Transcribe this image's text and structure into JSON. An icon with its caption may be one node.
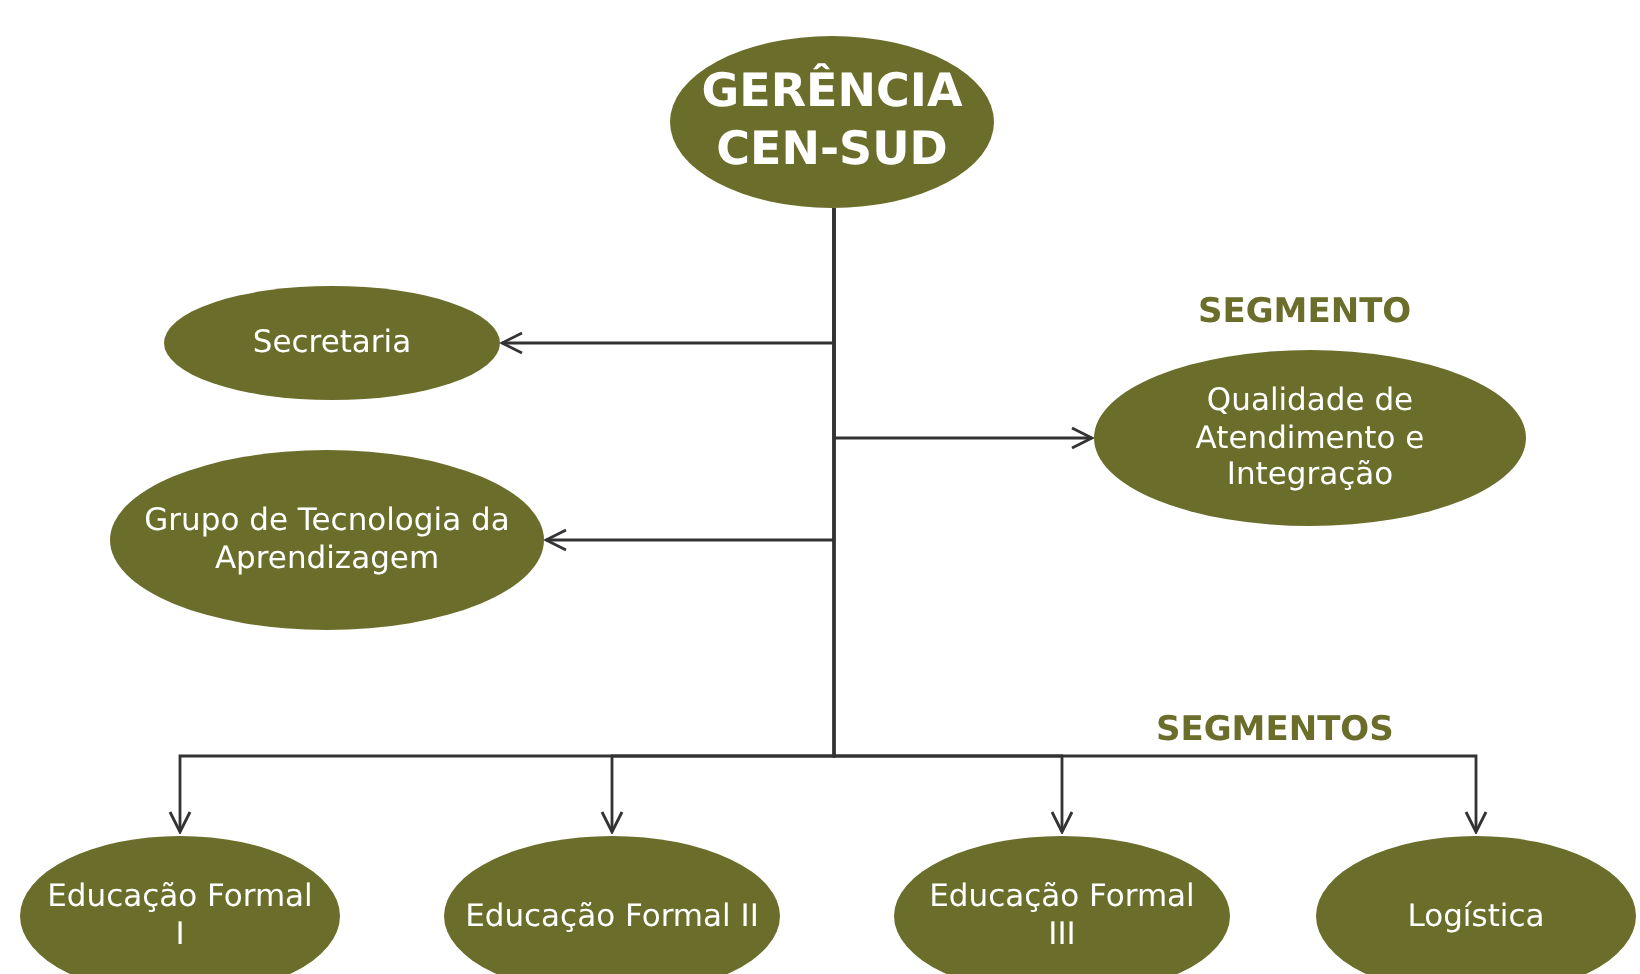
{
  "diagram": {
    "nodes": [
      {
        "text": [
          "GERÊNCIA CEN-SUD"
        ]
      },
      {
        "text": [
          "Secretaria"
        ]
      },
      {
        "text": [
          "SEGMENTO",
          "Qualidade de Atendimento e Integração"
        ]
      },
      {
        "text": [
          "Grupo de Tecnologia da Aprendizagem"
        ]
      },
      {
        "text": [
          "Educação Formal I"
        ]
      },
      {
        "text": [
          "Educação Formal II"
        ]
      },
      {
        "text": [
          "Educação Formal III"
        ]
      },
      {
        "text": [
          "Logística"
        ]
      }
    ],
    "edges": [
      {
        "from": 0,
        "to": 1,
        "arrow": "to"
      },
      {
        "from": 0,
        "to": 2,
        "arrow": "to"
      },
      {
        "from": 0,
        "to": 3,
        "arrow": "to"
      },
      {
        "from": 0,
        "to": 4,
        "arrow": "to"
      },
      {
        "from": 0,
        "to": 5,
        "arrow": "to"
      },
      {
        "from": 0,
        "to": 6,
        "arrow": "to"
      },
      {
        "from": 0,
        "to": 7,
        "arrow": "to"
      }
    ],
    "labels": [
      "SEGMENTOS"
    ]
  }
}
